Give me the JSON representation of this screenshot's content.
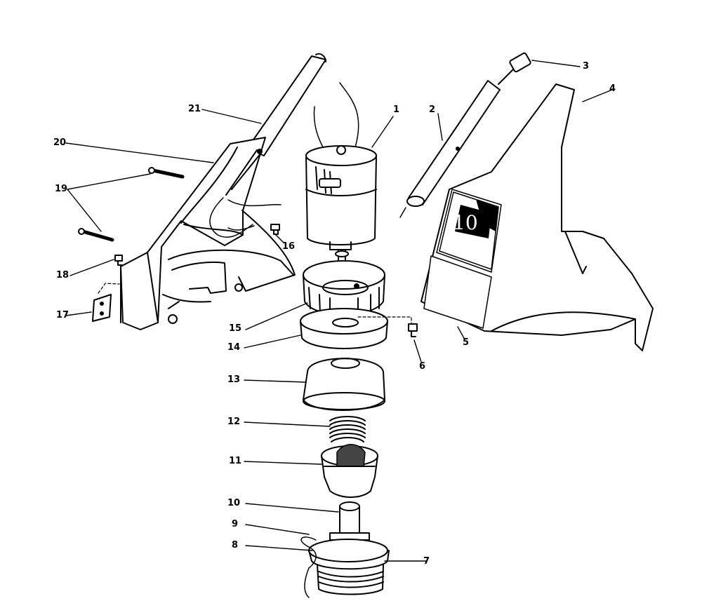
{
  "diagram": {
    "decal_text": "10",
    "part_labels": {
      "p1": "1",
      "p2": "2",
      "p3": "3",
      "p4": "4",
      "p5": "5",
      "p6": "6",
      "p7": "7",
      "p8": "8",
      "p9": "9",
      "p10": "10",
      "p11": "11",
      "p12": "12",
      "p13": "13",
      "p14": "14",
      "p15": "15",
      "p16": "16",
      "p17": "17",
      "p18": "18",
      "p19": "19",
      "p20": "20",
      "p21": "21"
    },
    "colors": {
      "ink": "#000000",
      "paper": "#ffffff"
    }
  }
}
